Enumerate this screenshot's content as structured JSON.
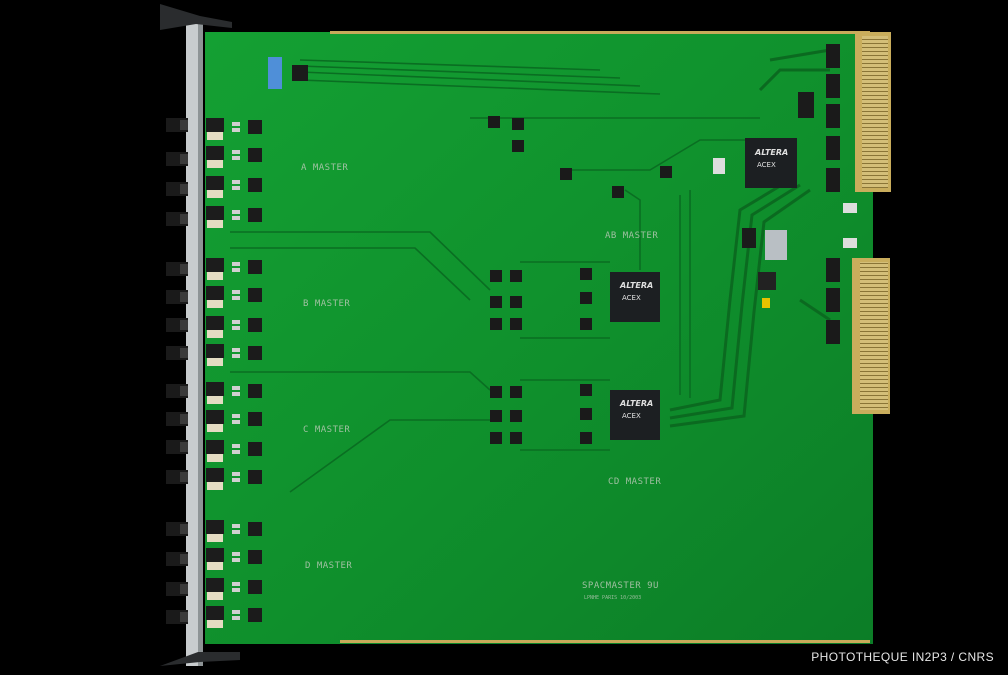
{
  "photo": {
    "subject": "printed-circuit-board",
    "background_color": "#000000",
    "board_color": "#0f8f2c",
    "trace_color": "#0a6e22",
    "connector_color": "#d9c27a"
  },
  "board_labels": {
    "a_master": "A MASTER",
    "b_master": "B MASTER",
    "c_master": "C MASTER",
    "d_master": "D MASTER",
    "ab_master": "AB MASTER",
    "cd_master": "CD MASTER",
    "board_name": "SPACMASTER 9U",
    "board_sub": "LPNHE PARIS 10/2003"
  },
  "chip_labels": {
    "brand": "ALTERA",
    "family": "ACEX"
  },
  "credit": "PHOTOTHEQUE IN2P3 / CNRS"
}
